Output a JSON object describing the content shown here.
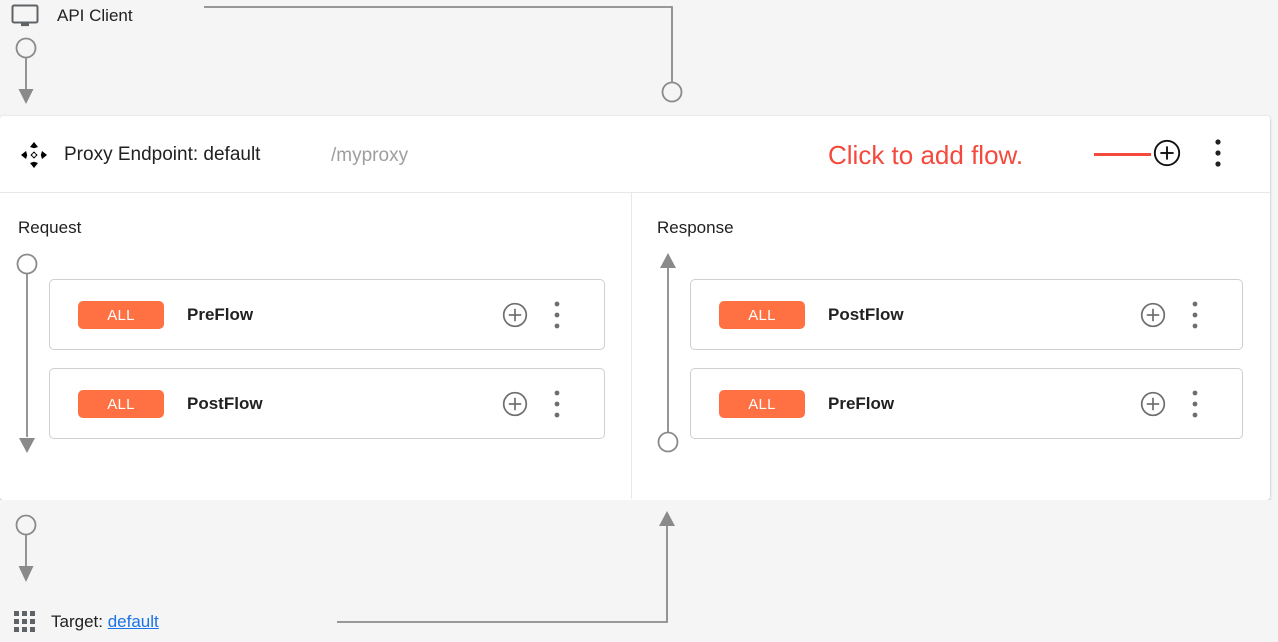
{
  "colors": {
    "background": "#f5f5f5",
    "panel": "#ffffff",
    "badge": "#ff7043",
    "annotation": "#f4493c",
    "link": "#1a73e8",
    "connector": "#8a8a8a",
    "text": "#212121",
    "muted": "#9e9e9e"
  },
  "top": {
    "client_label": "API Client",
    "client_icon": "monitor-icon"
  },
  "panel": {
    "move_icon": "move-handle-icon",
    "title": "Proxy Endpoint: default",
    "path": "/myproxy",
    "annotation": "Click to add flow.",
    "add_icon": "circle-plus-icon",
    "menu_icon": "more-vert-icon"
  },
  "columns": [
    {
      "id": "request",
      "title": "Request",
      "direction": "down",
      "flows": [
        {
          "badge": "ALL",
          "name": "PreFlow",
          "add_icon": "circle-plus-icon",
          "menu_icon": "more-vert-icon"
        },
        {
          "badge": "ALL",
          "name": "PostFlow",
          "add_icon": "circle-plus-icon",
          "menu_icon": "more-vert-icon"
        }
      ]
    },
    {
      "id": "response",
      "title": "Response",
      "direction": "up",
      "flows": [
        {
          "badge": "ALL",
          "name": "PostFlow",
          "add_icon": "circle-plus-icon",
          "menu_icon": "more-vert-icon"
        },
        {
          "badge": "ALL",
          "name": "PreFlow",
          "add_icon": "circle-plus-icon",
          "menu_icon": "more-vert-icon"
        }
      ]
    }
  ],
  "bottom": {
    "grid_icon": "apps-grid-icon",
    "target_label": "Target:",
    "target_value": "default"
  }
}
